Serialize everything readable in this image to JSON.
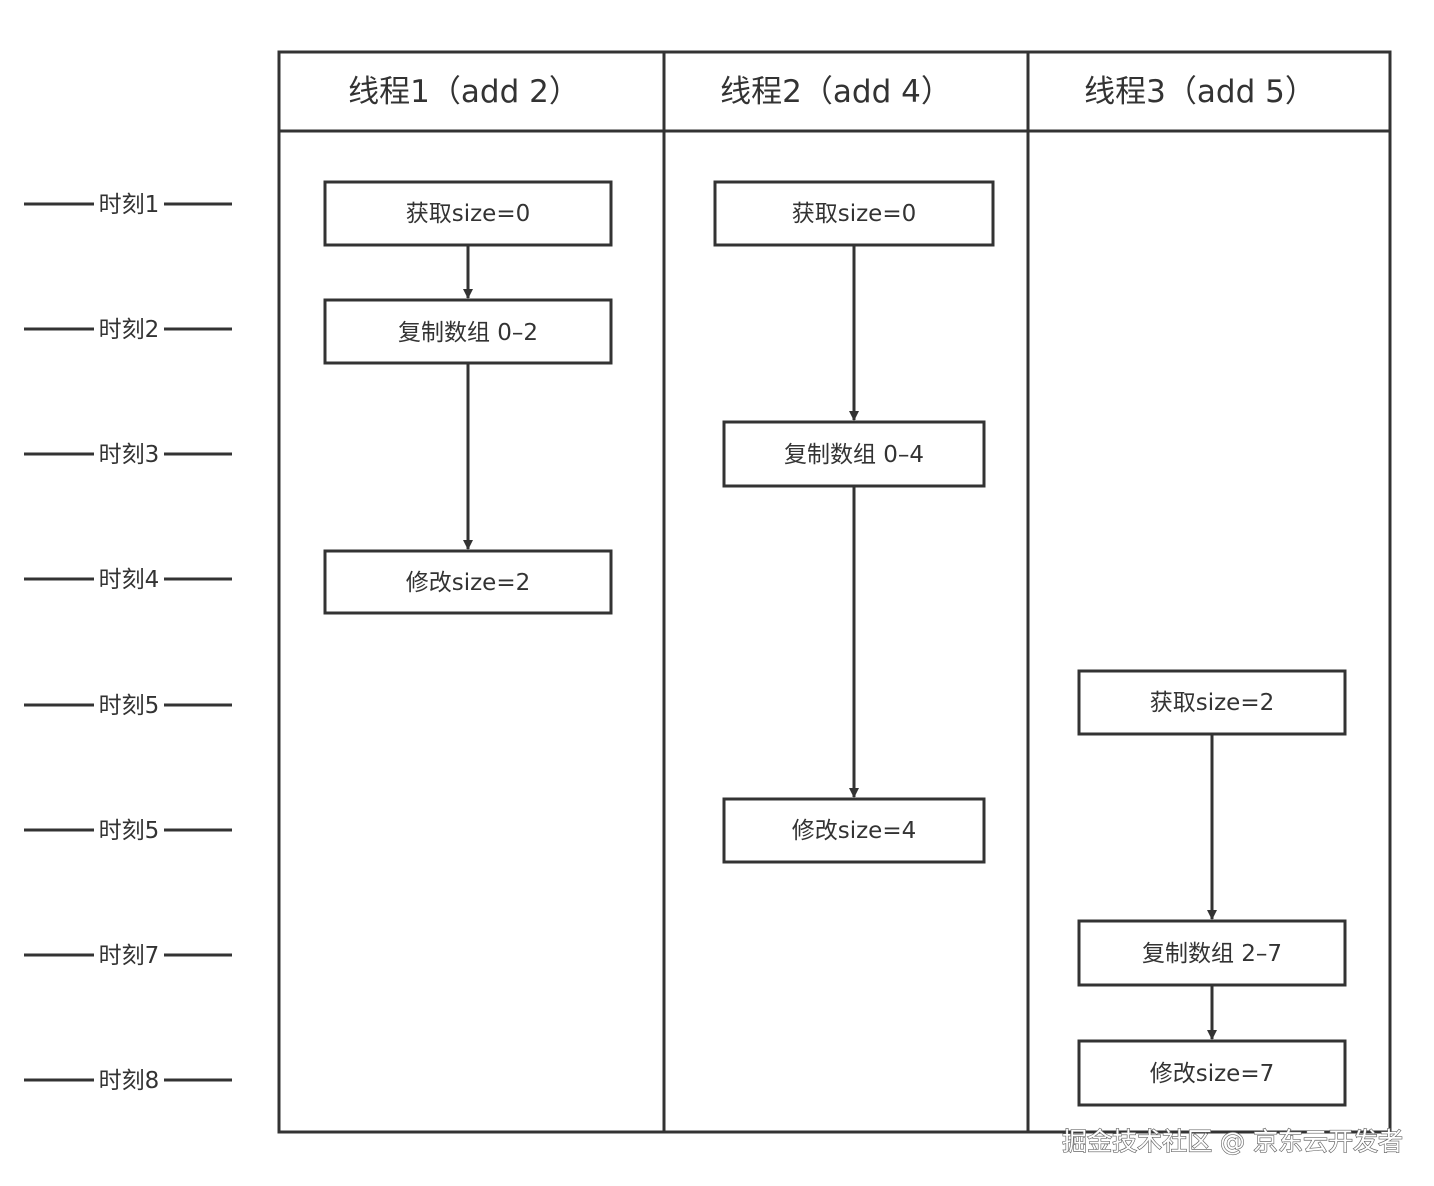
{
  "threads": [
    {
      "label": "线程1（add 2）"
    },
    {
      "label": "线程2（add 4）"
    },
    {
      "label": "线程3（add 5）"
    }
  ],
  "time_ticks": [
    "时刻1",
    "时刻2",
    "时刻3",
    "时刻4",
    "时刻5",
    "时刻5",
    "时刻7",
    "时刻8"
  ],
  "steps": [
    {
      "thread": 1,
      "label": "获取size=0"
    },
    {
      "thread": 1,
      "label": "复制数组 0–2"
    },
    {
      "thread": 1,
      "label": "修改size=2"
    },
    {
      "thread": 2,
      "label": "获取size=0"
    },
    {
      "thread": 2,
      "label": "复制数组 0–4"
    },
    {
      "thread": 2,
      "label": "修改size=4"
    },
    {
      "thread": 3,
      "label": "获取size=2"
    },
    {
      "thread": 3,
      "label": "复制数组 2–7"
    },
    {
      "thread": 3,
      "label": "修改size=7"
    }
  ],
  "watermark": "掘金技术社区 @ 京东云开发者",
  "colors": {
    "line": "#333333",
    "text": "#333333",
    "background": "#ffffff"
  }
}
